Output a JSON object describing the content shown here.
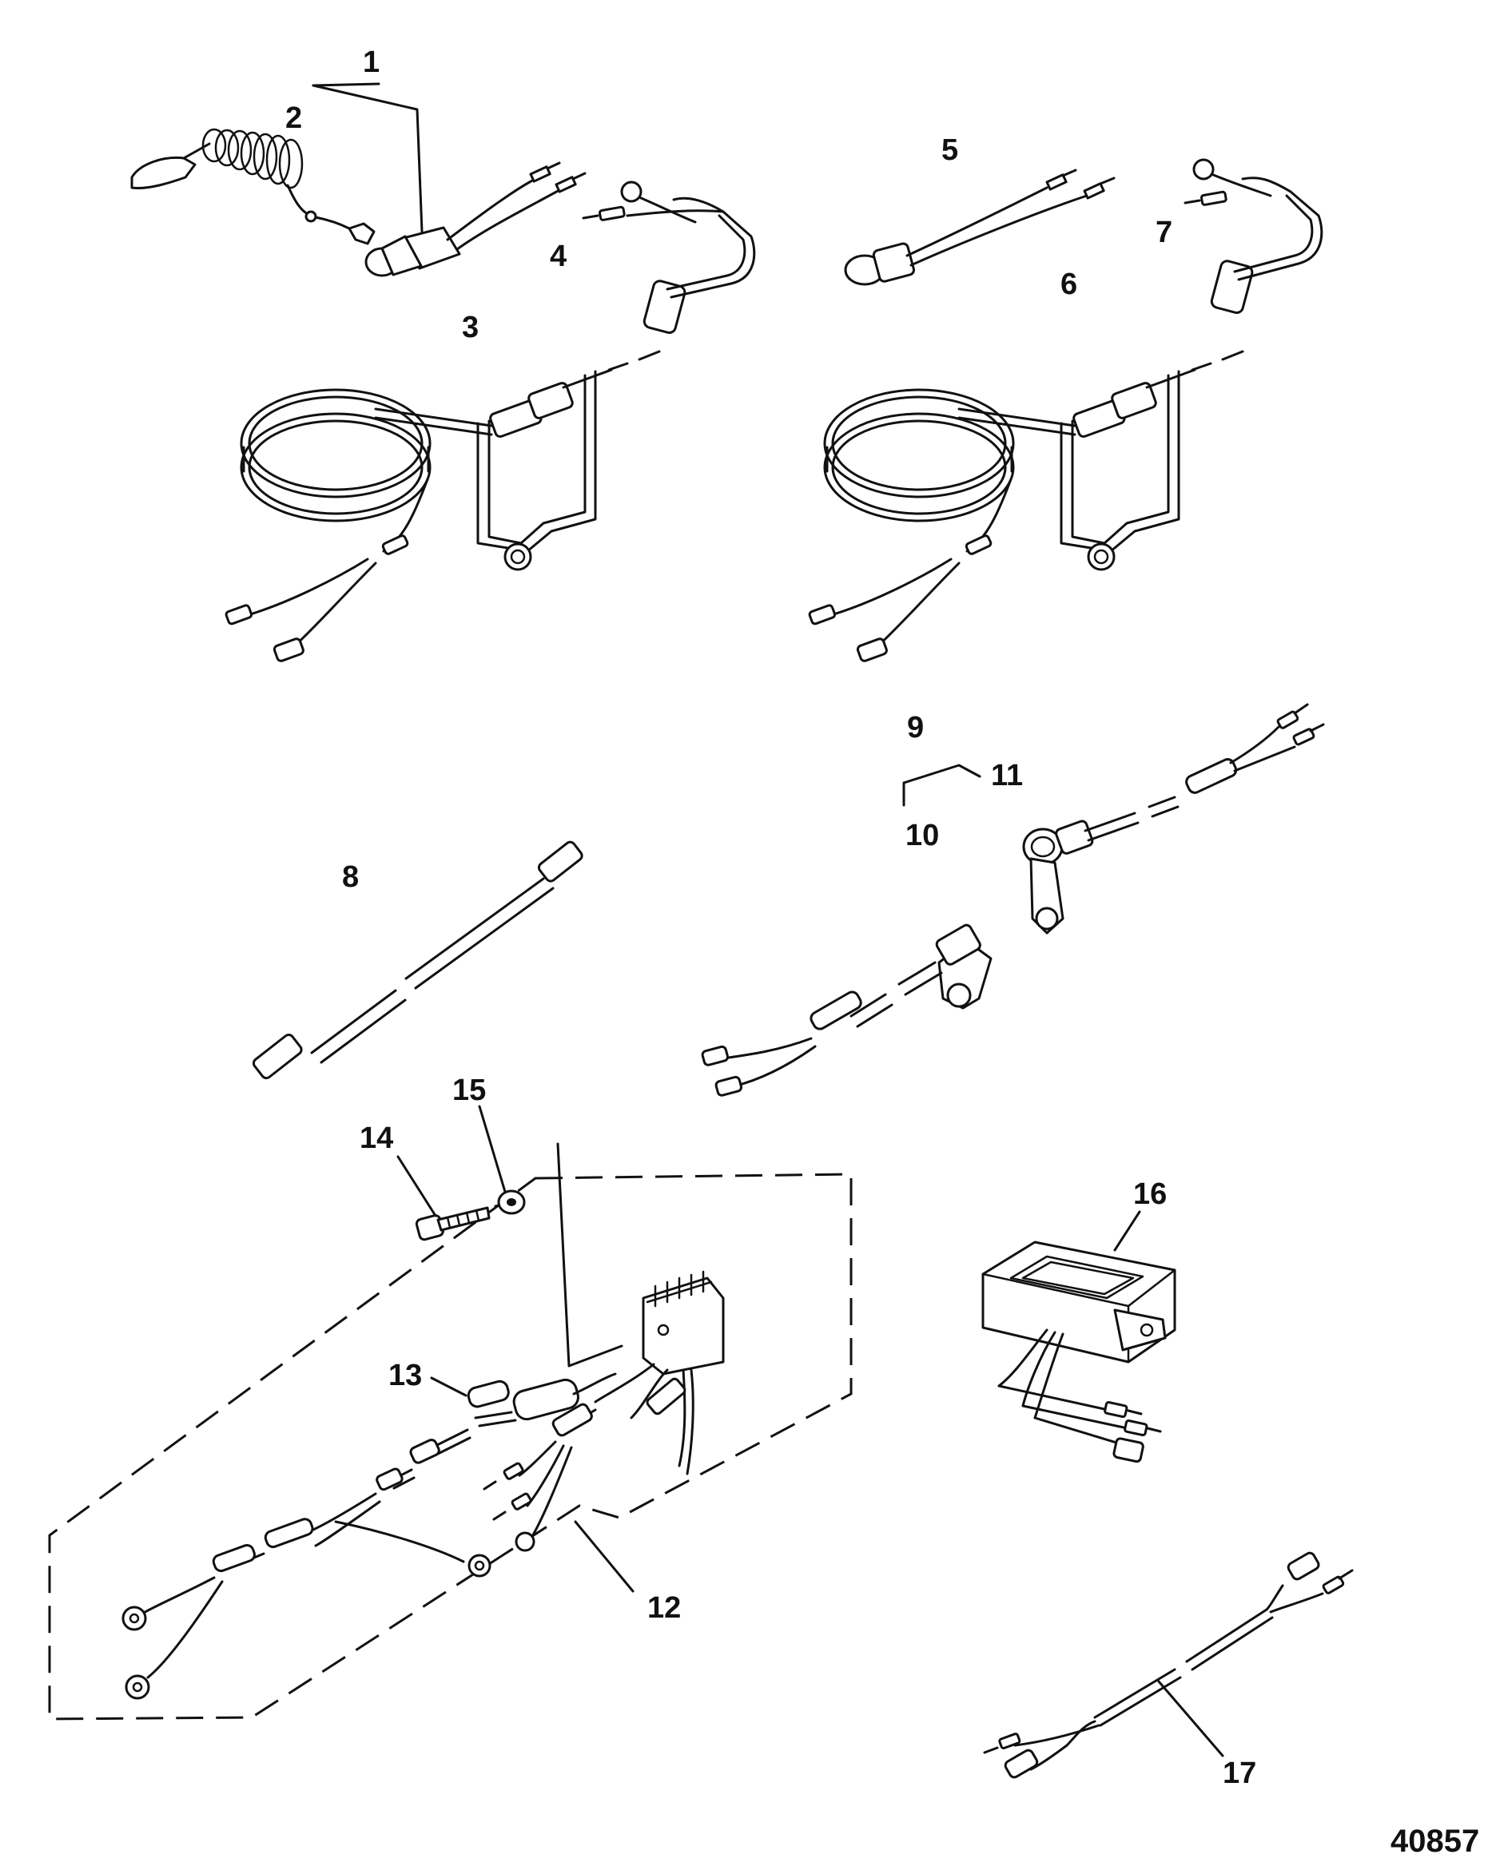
{
  "figure": {
    "number": "40857",
    "callouts": [
      "1",
      "2",
      "3",
      "4",
      "5",
      "6",
      "7",
      "8",
      "9",
      "10",
      "11",
      "12",
      "13",
      "14",
      "15",
      "16",
      "17"
    ]
  },
  "parts": [
    {
      "callout": "1",
      "icon": "kill-switch-assembly-icon"
    },
    {
      "callout": "2",
      "icon": "lanyard-cord-icon"
    },
    {
      "callout": "3",
      "icon": "harness-retainer-icon"
    },
    {
      "callout": "4",
      "icon": "grommet-icon"
    },
    {
      "callout": "5",
      "icon": "switch-lead-icon"
    },
    {
      "callout": "6",
      "icon": "harness-retainer-icon"
    },
    {
      "callout": "7",
      "icon": "grommet-icon"
    },
    {
      "callout": "8",
      "icon": "extension-cable-icon"
    },
    {
      "callout": "9",
      "icon": "connector-kit-icon"
    },
    {
      "callout": "10",
      "icon": "bracket-connector-icon"
    },
    {
      "callout": "11",
      "icon": "bracket-connector-icon"
    },
    {
      "callout": "12",
      "icon": "wiring-harness-kit-icon"
    },
    {
      "callout": "13",
      "icon": "fuse-icon"
    },
    {
      "callout": "14",
      "icon": "screw-icon"
    },
    {
      "callout": "15",
      "icon": "washer-icon"
    },
    {
      "callout": "16",
      "icon": "rectifier-module-icon"
    },
    {
      "callout": "17",
      "icon": "jumper-harness-icon"
    }
  ]
}
